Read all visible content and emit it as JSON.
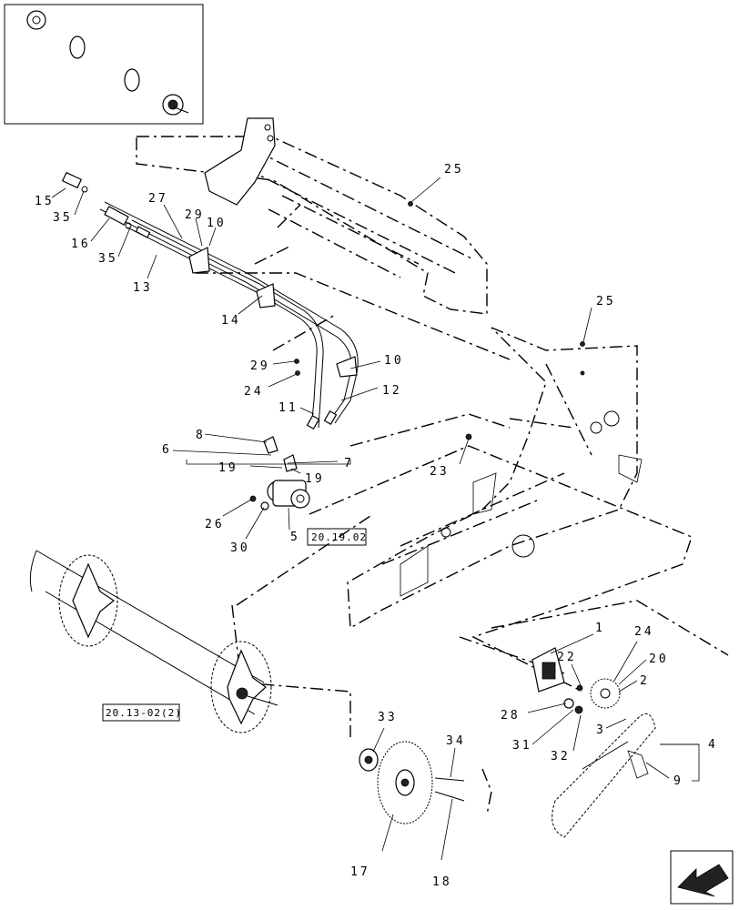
{
  "callouts": {
    "c1": "1",
    "c2": "2",
    "c3": "3",
    "c4": "4",
    "c5": "5",
    "c6": "6",
    "c7": "7",
    "c8": "8",
    "c9": "9",
    "c10a": "10",
    "c10b": "10",
    "c11": "11",
    "c12": "12",
    "c13": "13",
    "c14": "14",
    "c15": "15",
    "c16": "16",
    "c17": "17",
    "c18": "18",
    "c19a": "19",
    "c19b": "19",
    "c20": "20",
    "c22": "22",
    "c23": "23",
    "c24a": "24",
    "c24b": "24",
    "c25a": "25",
    "c25b": "25",
    "c26": "26",
    "c27": "27",
    "c28": "28",
    "c29a": "29",
    "c29b": "29",
    "c30": "30",
    "c31": "31",
    "c32": "32",
    "c33": "33",
    "c34": "34",
    "c35a": "35",
    "c35b": "35"
  },
  "references": {
    "ref_a": "20.19.02",
    "ref_b": "20.13-02(2)"
  }
}
